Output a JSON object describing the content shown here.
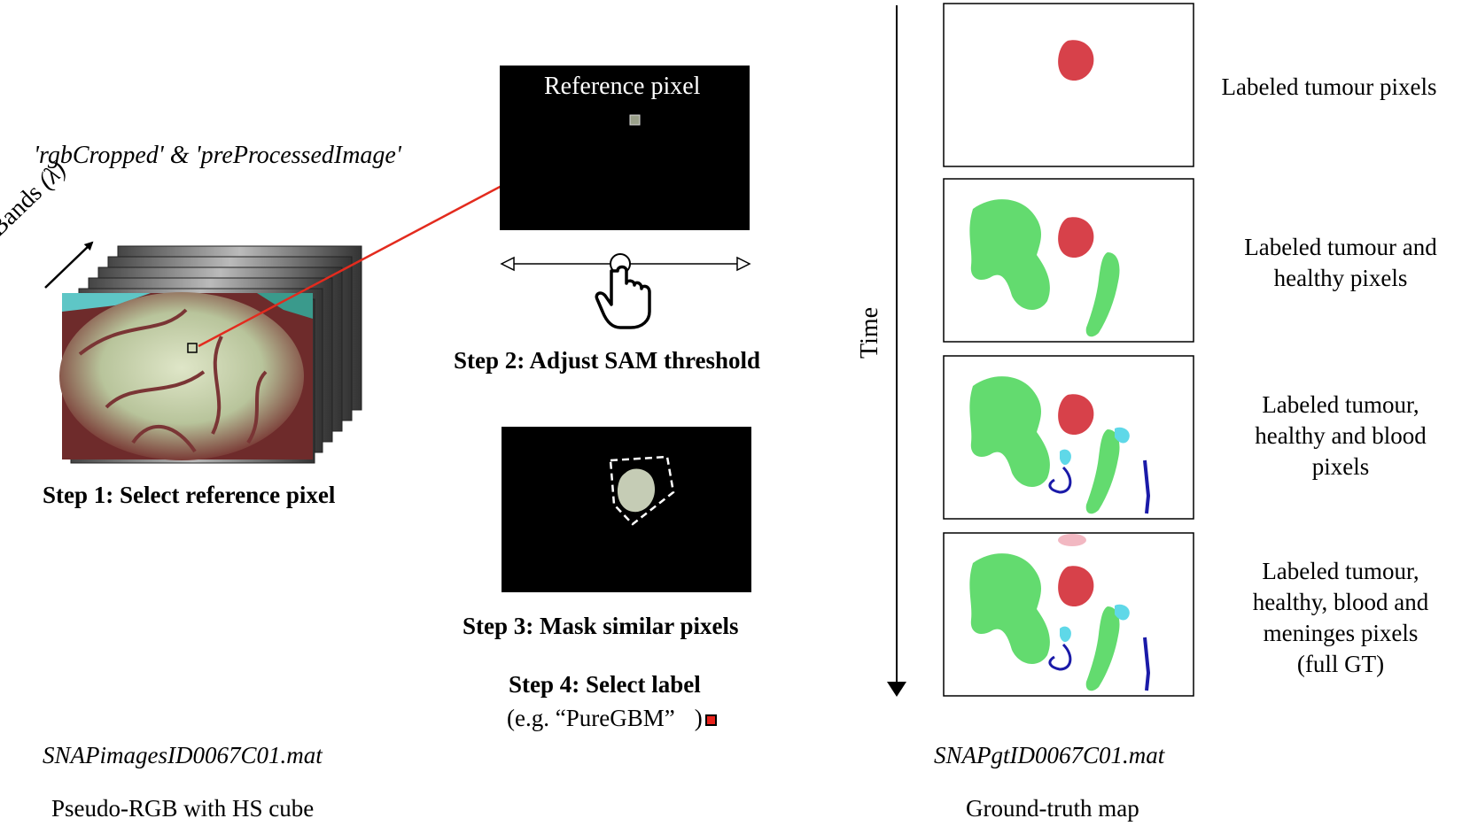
{
  "left": {
    "cube_title": "'rgbCropped' & 'preProcessedImage'",
    "bands_label": "Bands",
    "lambda_label": "(λ)",
    "step1": "Step 1: Select reference pixel",
    "filename": "SNAPimagesID0067C01.mat",
    "caption": "Pseudo-RGB with HS cube"
  },
  "middle": {
    "reference_pixel": "Reference pixel",
    "step2": "Step 2: Adjust SAM threshold",
    "step3": "Step 3: Mask similar pixels",
    "step4_title": "Step 4: Select label",
    "step4_example_open": "(e.g. “PureGBM”",
    "step4_example_close": ")"
  },
  "right": {
    "time_label": "Time",
    "labels": [
      "Labeled tumour pixels",
      "Labeled tumour and\nhealthy pixels",
      "Labeled tumour,\nhealthy and blood\npixels",
      "Labeled tumour,\nhealthy, blood and\nmeninges pixels\n(full GT)"
    ],
    "filename": "SNAPgtID0067C01.mat",
    "caption": "Ground-truth map"
  },
  "colors": {
    "tumour": "#d0202a",
    "healthy": "#2fcf3f",
    "blood": "#1a1aa8",
    "meninges": "#f2b8c2",
    "cyan": "#5fd8e8",
    "arrow_red": "#e32b1e"
  }
}
